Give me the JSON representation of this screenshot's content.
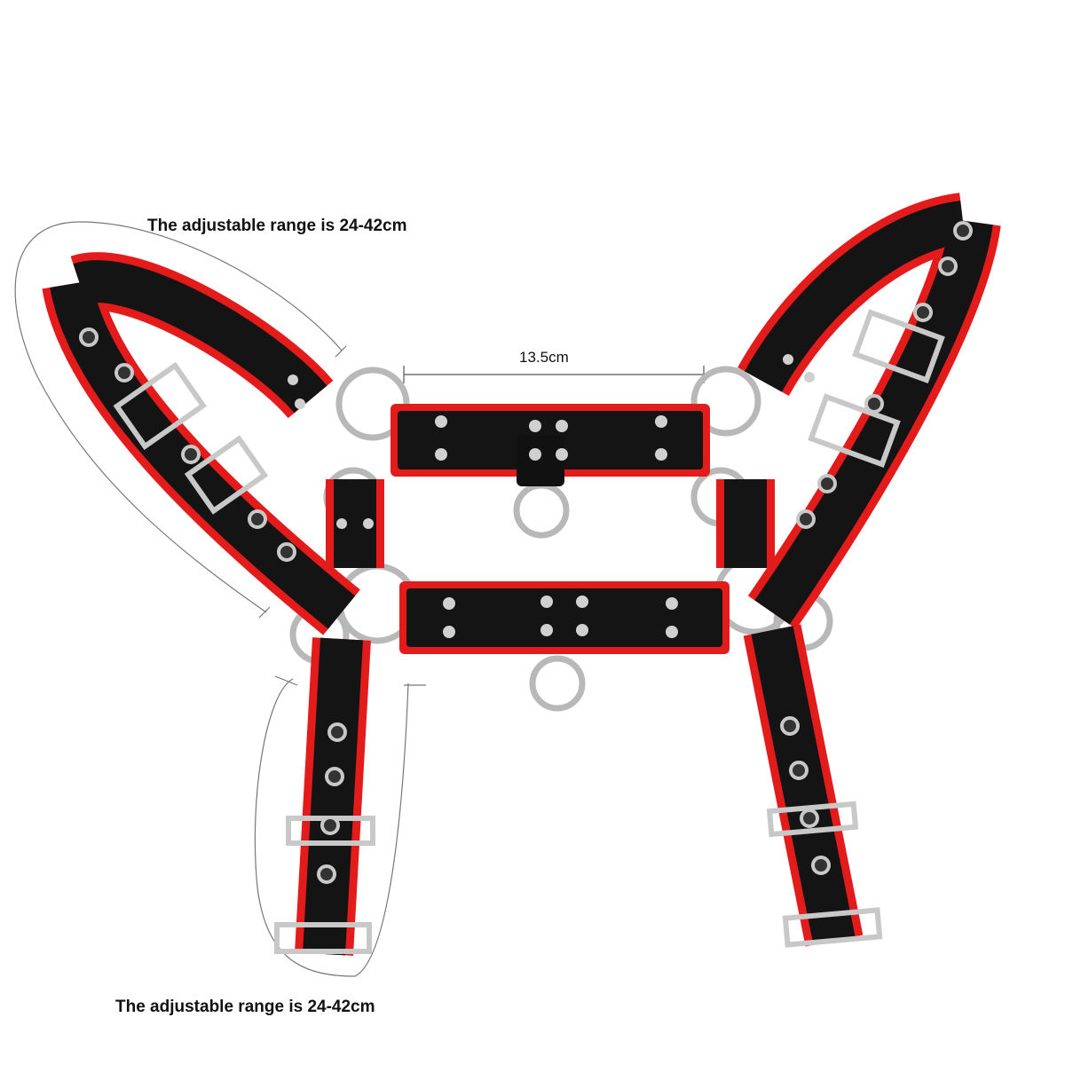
{
  "annotations": {
    "top_range": "The adjustable range is 24-42cm",
    "center_width": "13.5cm",
    "bottom_range": "The adjustable range is 24-42cm"
  },
  "colors": {
    "leather": "#111111",
    "trim": "#e31b1b",
    "metal": "#b8b8b8"
  }
}
